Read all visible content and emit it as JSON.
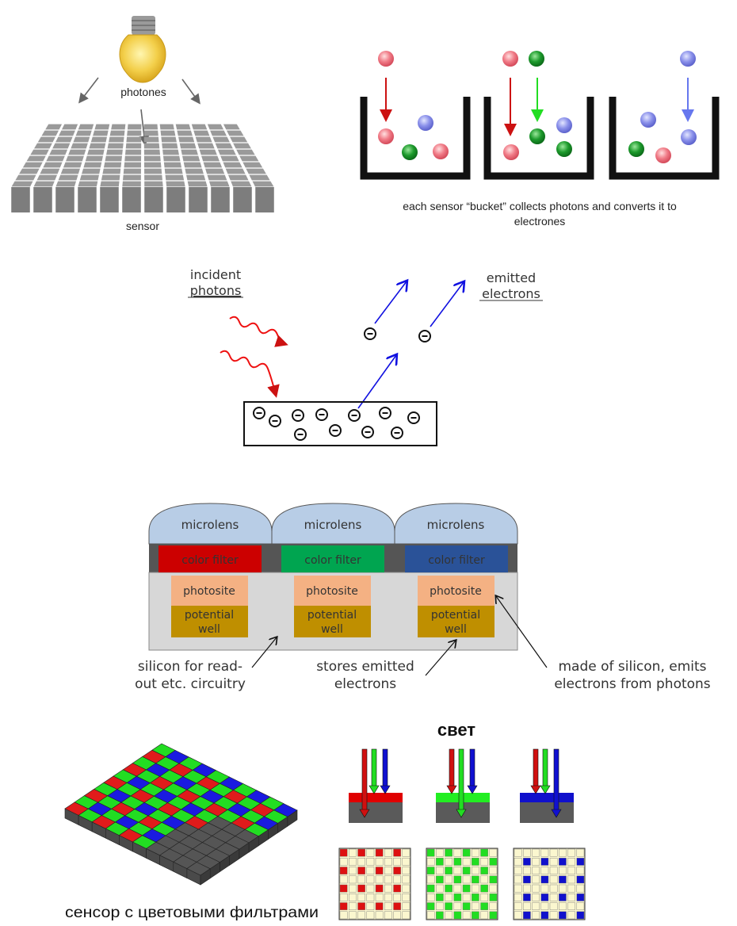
{
  "panel1": {
    "photons_label": "photones",
    "sensor_label": "sensor"
  },
  "panel2": {
    "caption_line1": "each sensor “bucket” collects photons and converts it to",
    "caption_line2": "electrones"
  },
  "panel3": {
    "incident_line1": "incident",
    "incident_line2": "photons",
    "emitted_line1": "emitted",
    "emitted_line2": "electrons",
    "electron_symbol": "⊖"
  },
  "panel4": {
    "microlens": [
      "microlens",
      "microlens",
      "microlens"
    ],
    "color_filter": [
      "color filter",
      "color filter",
      "color filter"
    ],
    "photosite": [
      "photosite",
      "photosite",
      "photosite"
    ],
    "well_line1": [
      "potential",
      "potential",
      "potential"
    ],
    "well_line2": [
      "well",
      "well",
      "well"
    ],
    "note_silicon_line1": "silicon for read-",
    "note_silicon_line2": "out etc. circuitry",
    "note_stores_line1": "stores emitted",
    "note_stores_line2": "electrons",
    "note_made_line1": "made of silicon, emits",
    "note_made_line2": "electrons from photons",
    "colors": {
      "red": "#cc0000",
      "green": "#00a550",
      "blue": "#2a5298"
    }
  },
  "panel5": {
    "light_label": "свет",
    "sensor_caption": "сенсор с цветовыми  фильтрами"
  }
}
